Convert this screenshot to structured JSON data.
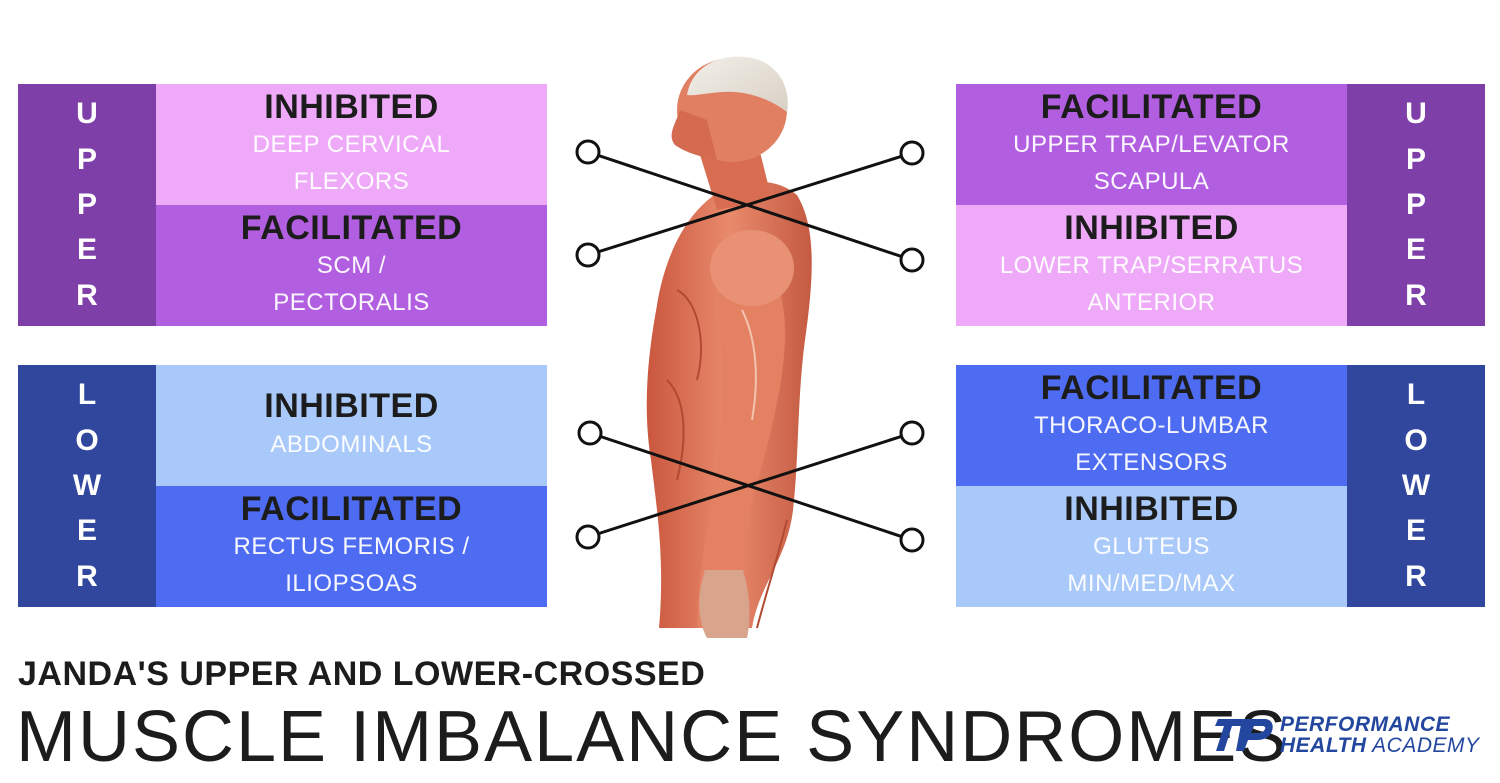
{
  "upper_left": {
    "side_letters": [
      "U",
      "P",
      "P",
      "E",
      "R"
    ],
    "top": {
      "heading": "INHIBITED",
      "lines": [
        "DEEP CERVICAL",
        "FLEXORS"
      ]
    },
    "bottom": {
      "heading": "FACILITATED",
      "lines": [
        "SCM /",
        "PECTORALIS"
      ]
    }
  },
  "lower_left": {
    "side_letters": [
      "L",
      "O",
      "W",
      "E",
      "R"
    ],
    "top": {
      "heading": "INHIBITED",
      "lines": [
        "ABDOMINALS"
      ]
    },
    "bottom": {
      "heading": "FACILITATED",
      "lines": [
        "RECTUS FEMORIS /",
        "ILIOPSOAS"
      ]
    }
  },
  "upper_right": {
    "side_letters": [
      "U",
      "P",
      "P",
      "E",
      "R"
    ],
    "top": {
      "heading": "FACILITATED",
      "lines": [
        "UPPER TRAP/LEVATOR",
        "SCAPULA"
      ]
    },
    "bottom": {
      "heading": "INHIBITED",
      "lines": [
        "LOWER TRAP/SERRATUS",
        "ANTERIOR"
      ]
    }
  },
  "lower_right": {
    "side_letters": [
      "L",
      "O",
      "W",
      "E",
      "R"
    ],
    "top": {
      "heading": "FACILITATED",
      "lines": [
        "THORACO-LUMBAR",
        "EXTENSORS"
      ]
    },
    "bottom": {
      "heading": "INHIBITED",
      "lines": [
        "GLUTEUS",
        "MIN/MED/MAX"
      ]
    }
  },
  "title": {
    "line1": "JANDA'S UPPER AND LOWER-CROSSED",
    "line2": "MUSCLE IMBALANCE SYNDROMES"
  },
  "logo": {
    "mark": "PHA-logo-icon",
    "line1": "PERFORMANCE",
    "line2_bold": "HEALTH",
    "line2_rest": "ACADEMY"
  },
  "colors": {
    "upper_side": "#7e3fa8",
    "upper_dark": "#b25ee0",
    "upper_light": "#eeaaf9",
    "lower_side": "#31479e",
    "lower_dark": "#4e6cf2",
    "lower_light": "#a9c9fb",
    "text_dark": "#1c1c1c",
    "logo_blue": "#23479e"
  }
}
